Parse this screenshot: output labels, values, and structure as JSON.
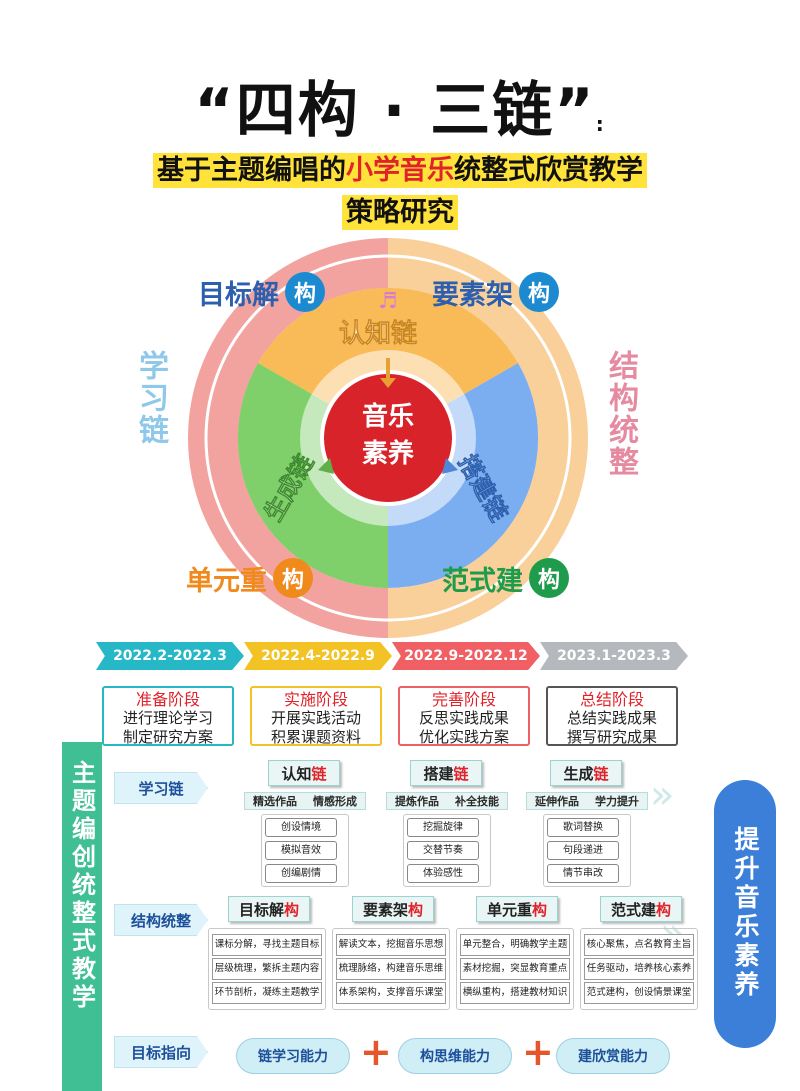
{
  "header": {
    "title": "“四构 · 三链”",
    "title_suffix": ":",
    "subtitle_a": "基于主题编唱的",
    "subtitle_red": "小学音乐",
    "subtitle_b": "统整式欣赏教学",
    "subtitle_line2": "策略研究"
  },
  "wheel": {
    "center_line1": "音乐",
    "center_line2": "素养",
    "chain_top": "认知链",
    "chain_left": "生成链",
    "chain_right": "搭建链",
    "left_vertical": "学习链",
    "right_vertical": "结构统整",
    "corners": [
      {
        "text": "目标解",
        "char": "构",
        "color": "#1b8ad0"
      },
      {
        "text": "要素架",
        "char": "构",
        "color": "#1b8ad0"
      },
      {
        "text": "单元重",
        "char": "构",
        "color": "#f08a1c"
      },
      {
        "text": "范式建",
        "char": "构",
        "color": "#1f9b4c"
      }
    ],
    "colors": {
      "outer_left": "#f2a3a0",
      "outer_right": "#f9cf9a",
      "top": "#f9bb57",
      "left": "#7fcf6a",
      "right": "#7aaef0",
      "center": "#d8232a"
    }
  },
  "timeline": {
    "periods": [
      {
        "label": "2022.2-2022.3",
        "color": "#27b8c8"
      },
      {
        "label": "2022.4-2022.9",
        "color": "#f3c224"
      },
      {
        "label": "2022.9-2022.12",
        "color": "#ef5f63"
      },
      {
        "label": "2023.1-2023.3",
        "color": "#b5b8bc"
      }
    ],
    "phases": [
      {
        "title": "准备阶段",
        "line1": "进行理论学习",
        "line2": "制定研究方案",
        "color": "#27b8c8"
      },
      {
        "title": "实施阶段",
        "line1": "开展实践活动",
        "line2": "积累课题资料",
        "color": "#f3c224"
      },
      {
        "title": "完善阶段",
        "line1": "反思实践成果",
        "line2": "优化实践方案",
        "color": "#ef5f63"
      },
      {
        "title": "总结阶段",
        "line1": "总结实践成果",
        "line2": "撰写研究成果",
        "color": "#555555"
      }
    ]
  },
  "framework": {
    "left_vertical": "主题编创统整式教学",
    "right_vertical": "提升音乐素养",
    "row_labels": [
      "学习链",
      "结构统整",
      "目标指向"
    ],
    "learning": [
      {
        "head_a": "认知",
        "head_hl": "链",
        "sub1": "精选作品",
        "sub2": "情感形成",
        "items": [
          "创设情境",
          "模拟音效",
          "创编剧情"
        ]
      },
      {
        "head_a": "搭建",
        "head_hl": "链",
        "sub1": "提炼作品",
        "sub2": "补全技能",
        "items": [
          "挖掘旋律",
          "交替节奏",
          "体验感性"
        ]
      },
      {
        "head_a": "生成",
        "head_hl": "链",
        "sub1": "延伸作品",
        "sub2": "学力提升",
        "items": [
          "歌词替换",
          "句段递进",
          "情节串改"
        ]
      }
    ],
    "structure": [
      {
        "head_a": "目标解",
        "head_hl": "构",
        "items": [
          "课标分解，寻找主题目标",
          "层级梳理，繁拆主题内容",
          "环节剖析，凝练主题教学"
        ]
      },
      {
        "head_a": "要素架",
        "head_hl": "构",
        "items": [
          "解读文本，挖掘音乐思想",
          "梳理脉络，构建音乐思维",
          "体系架构，支撑音乐课堂"
        ]
      },
      {
        "head_a": "单元重",
        "head_hl": "构",
        "items": [
          "单元整合，明确教学主题",
          "素材挖掘，突显教育重点",
          "横纵重构，搭建教材知识"
        ]
      },
      {
        "head_a": "范式建",
        "head_hl": "构",
        "items": [
          "核心聚焦，点名教育主旨",
          "任务驱动，培养核心素养",
          "范式建构，创设情景课堂"
        ]
      }
    ],
    "targets": [
      "链学习能力",
      "构思维能力",
      "建欣赏能力"
    ],
    "plus": "+"
  }
}
